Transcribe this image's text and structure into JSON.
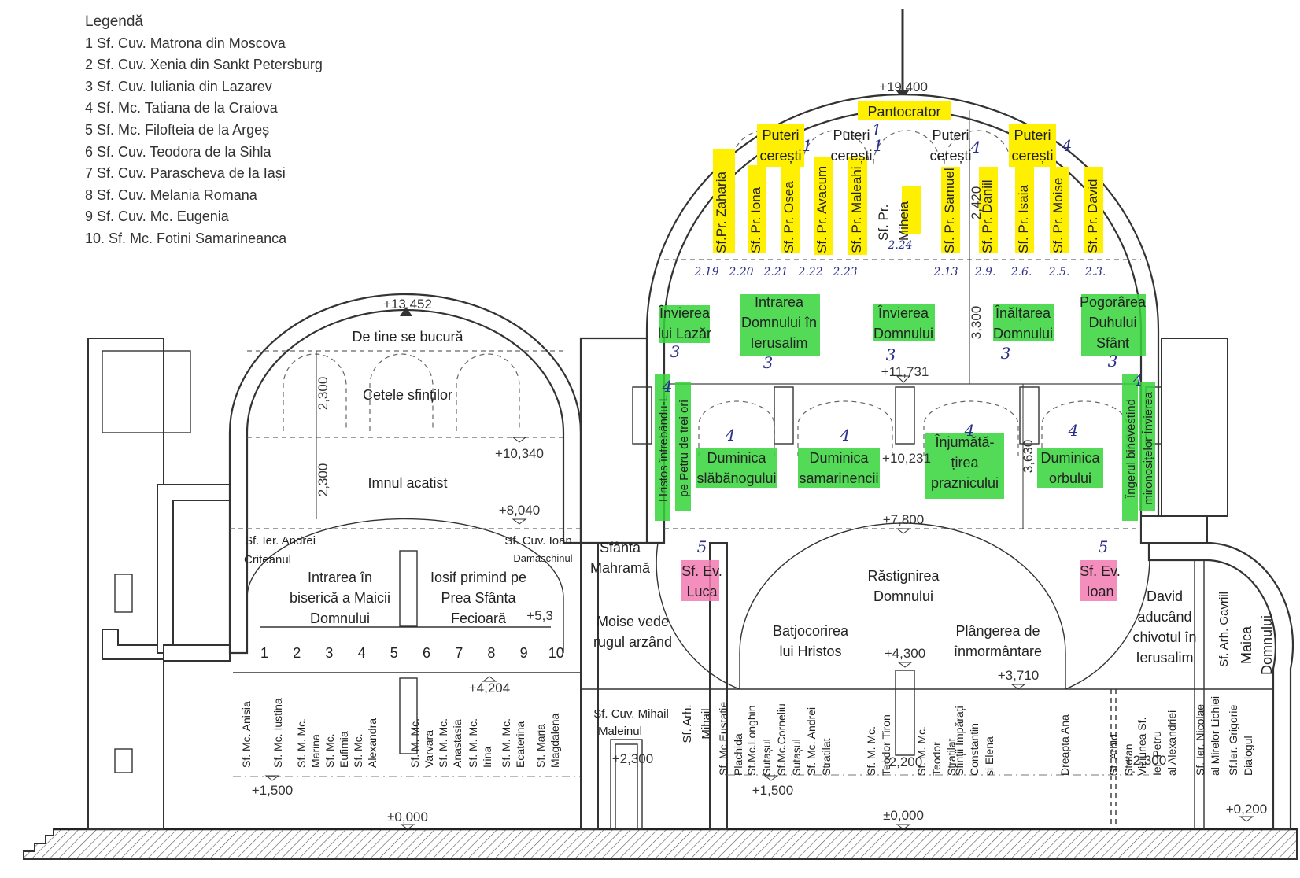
{
  "legend": {
    "title": "Legendă",
    "items": [
      "1  Sf. Cuv. Matrona din Moscova",
      "2  Sf. Cuv. Xenia din Sankt Petersburg",
      "3  Sf. Cuv. Iuliania din Lazarev",
      "4  Sf. Mc. Tatiana de la Craiova",
      "5  Sf. Mc. Filofteia de la Argeș",
      "6  Sf. Cuv. Teodora de la Sihla",
      "7  Sf. Cuv. Parascheva de la Iași",
      "8  Sf. Cuv. Melania Romana",
      "9  Sf. Cuv. Mc. Eugenia",
      "10. Sf. Mc. Fotini Samarineanca"
    ]
  },
  "levels": {
    "cupola_top": "+19,400",
    "vault_top": "+13,452",
    "l11731": "+11,731",
    "l10340": "+10,340",
    "l10231": "+10,231",
    "l8040": "+8,040",
    "l7800": "+7,800",
    "l5300": "+5,3",
    "l4300": "+4,300",
    "l4204": "+4,204",
    "l3710": "+3,710",
    "l2300a": "+2,300",
    "l2300b": "+2,300",
    "l2200": "+2,200",
    "l1500a": "+1,500",
    "l1500b": "+1,500",
    "l0200": "+0,200",
    "zero_a": "±0,000",
    "zero_b": "±0,000"
  },
  "dims": {
    "d2300a": "2,300",
    "d2300b": "2,300",
    "d2420": "2,420",
    "d3300": "3,300",
    "d3630": "3,630"
  },
  "west_vault": {
    "title": "De tine se bucură",
    "cete": "Cetele sfinților",
    "acatist": "Imnul acatist",
    "andrei": [
      "Sf. Ier. Andrei",
      "Criteanul"
    ],
    "ioan": [
      "Sf. Cuv. Ioan",
      "Damaschinul"
    ],
    "intrarea": [
      "Intrarea în",
      "biserică a Maicii",
      "Domnului"
    ],
    "iosif": [
      "Iosif primind pe",
      "Prea Sfânta",
      "Fecioară"
    ],
    "numbers": [
      "1",
      "2",
      "3",
      "4",
      "5",
      "6",
      "7",
      "8",
      "9",
      "10"
    ]
  },
  "west_saints": [
    [
      "Sf. Mc. Anisia"
    ],
    [
      "Sf. Mc. Iustina"
    ],
    [
      "Sf. M. Mc.",
      "Marina"
    ],
    [
      "Sf. Mc.",
      "Eufimia"
    ],
    [
      "Sf. Mc.",
      "Alexandra"
    ],
    [
      "Sf. M. Mc.",
      "Varvara"
    ],
    [
      "Sf. M. Mc.",
      "Anastasia"
    ],
    [
      "Sf. M. Mc.",
      "Irina"
    ],
    [
      "Sf. M. Mc.",
      "Ecaterina"
    ],
    [
      "Sf. Maria",
      "Magdalena"
    ]
  ],
  "narthex": {
    "mahrama": [
      "Sfânta",
      "Mahramă"
    ],
    "moise": [
      "Moise vede",
      "rugul arzând"
    ],
    "mihail": [
      "Sf. Cuv. Mihail",
      "Maleinul"
    ],
    "arh": [
      "Sf. Arh.",
      "Mihail"
    ]
  },
  "dome": {
    "pantocrator": "Pantocrator",
    "puteri": [
      "Puteri",
      "cerești"
    ],
    "prophets": [
      [
        "Sf.Pr. Zaharia"
      ],
      [
        "Sf. Pr. Iona"
      ],
      [
        "Sf. Pr. Osea"
      ],
      [
        "Sf. Pr. Avacum"
      ],
      [
        "Sf. Pr. Maleahi"
      ],
      [
        "Sf. Pr.",
        "Miheia"
      ],
      [
        "Sf. Pr. Samuel"
      ],
      [
        "Sf. Pr. Daniil"
      ],
      [
        "Sf. Pr. Isaia"
      ],
      [
        "Sf. Pr. Moise"
      ],
      [
        "Sf. Pr. David"
      ]
    ],
    "hand_codes": [
      "2.19",
      "2.20",
      "2.21",
      "2.22",
      "2.23",
      "2.24",
      "2.13",
      "2.9.",
      "2.6.",
      "2.5.",
      "2.3."
    ],
    "hand_one": "1",
    "hand_three": "3",
    "hand_four": "4",
    "hand_five": "5"
  },
  "feasts": {
    "lazar": [
      "Învierea",
      "lui Lazăr"
    ],
    "intrarea": [
      "Intrarea",
      "Domnului în",
      "Ierusalim"
    ],
    "invierea": [
      "Învierea",
      "Domnului"
    ],
    "inaltarea": [
      "Înălțarea",
      "Domnului"
    ],
    "pogorarea": [
      "Pogorârea",
      "Duhului",
      "Sfânt"
    ],
    "hristos_left": [
      "Hristos întrebându-L",
      "pe Petru de trei ori"
    ],
    "inger_right": [
      "Îngerul binevestind",
      "mironosițelor Învierea"
    ],
    "slabanog": [
      "Duminica",
      "slăbănogului"
    ],
    "samarinean": [
      "Duminica",
      "samarinencii"
    ],
    "injumatatire": [
      "Înjumătă-",
      "țirea",
      "praznicului"
    ],
    "orb": [
      "Duminica",
      "orbului"
    ]
  },
  "nave": {
    "luca": [
      "Sf. Ev.",
      "Luca"
    ],
    "ioan": [
      "Sf. Ev.",
      "Ioan"
    ],
    "rastignirea": [
      "Răstignirea",
      "Domnului"
    ],
    "batjocorirea": [
      "Batjocorirea",
      "lui Hristos"
    ],
    "plangerea": [
      "Plângerea de",
      "înmormântare"
    ],
    "david": [
      "David",
      "aducând",
      "chivotul în",
      "Ierusalim"
    ],
    "gavriil": "Sf. Arh. Gavriil",
    "maica": [
      "Maica",
      "Domnului"
    ]
  },
  "nave_saints": [
    [
      "Sf. Mc.Eustatie",
      "Plachida"
    ],
    [
      "Sf.Mc.Longhin",
      "Sutașul"
    ],
    [
      "Sf.Mc.Corneliu",
      "Sutașul"
    ],
    [
      "Sf. Mc. Andrei",
      "Stratilat"
    ],
    [
      "Sf. M. Mc.",
      "Teodor Tiron"
    ],
    [
      "Sf. M. Mc.",
      "Teodor",
      "Stratilat"
    ],
    [
      "Sfinții Împărați",
      "Constantin",
      "și Elena"
    ],
    [
      "Dreapta Ana"
    ],
    [
      "Sf. Arhid.",
      "Ștefan"
    ],
    [
      "Viziunea Sf.",
      "Ier. Petru",
      "al Alexandriei"
    ],
    [
      "Sf. Ier. Nicolae",
      "al Mirelor Lichiei"
    ],
    [
      "Sf.Ier. Grigorie",
      "Dialogul"
    ]
  ]
}
